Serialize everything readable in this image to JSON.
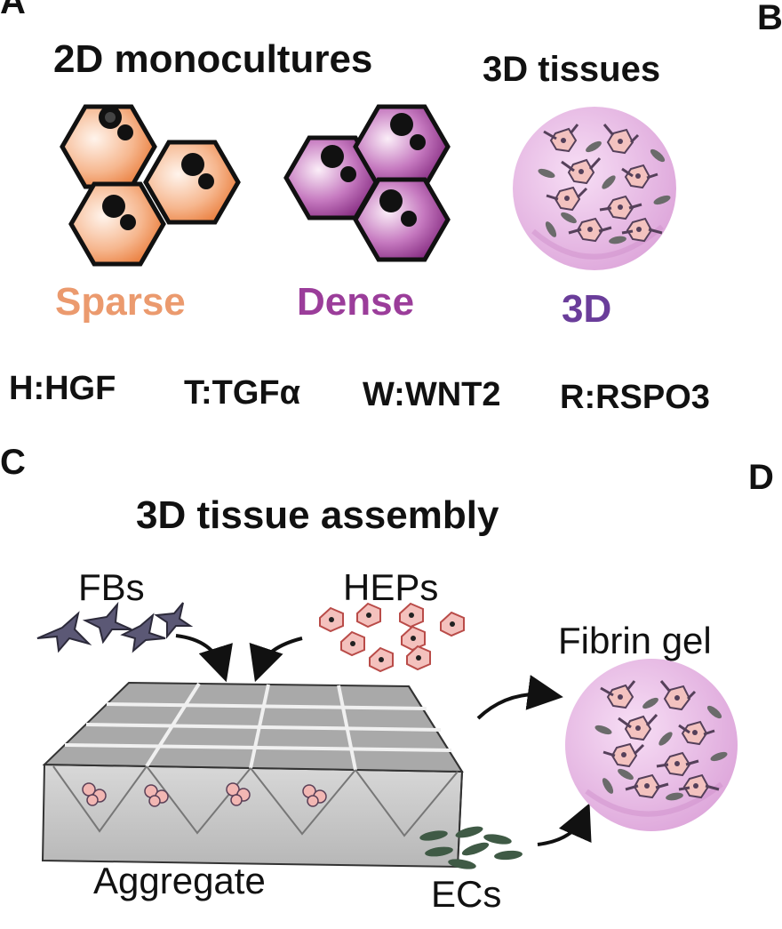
{
  "panels": {
    "a": "A",
    "b": "B",
    "c": "C",
    "d": "D"
  },
  "panel_a": {
    "title_2d": "2D monocultures",
    "title_3d": "3D tissues",
    "conditions": [
      {
        "label": "Sparse",
        "color": "#eb9a6e"
      },
      {
        "label": "Dense",
        "color": "#9b3d9a"
      },
      {
        "label": "3D",
        "color": "#6a3d9a"
      }
    ]
  },
  "legend": [
    {
      "text": "H:HGF"
    },
    {
      "text": "T:TGFα"
    },
    {
      "text": "W:WNT2"
    },
    {
      "text": "R:RSPO3"
    }
  ],
  "panel_c": {
    "title": "3D tissue assembly",
    "fbs": "FBs",
    "heps": "HEPs",
    "fibrin": "Fibrin gel",
    "aggregate": "Aggregate",
    "ecs": "ECs"
  },
  "colors": {
    "sparse_cell": "#f08a4b",
    "dense_cell": "#8e2f8c",
    "gel": "#e8b4e6",
    "fibroblast": "#5b5875",
    "hepatocyte": "#f2b7b3",
    "endothelial": "#3f5a45",
    "well_block": "#c9c9c9"
  }
}
